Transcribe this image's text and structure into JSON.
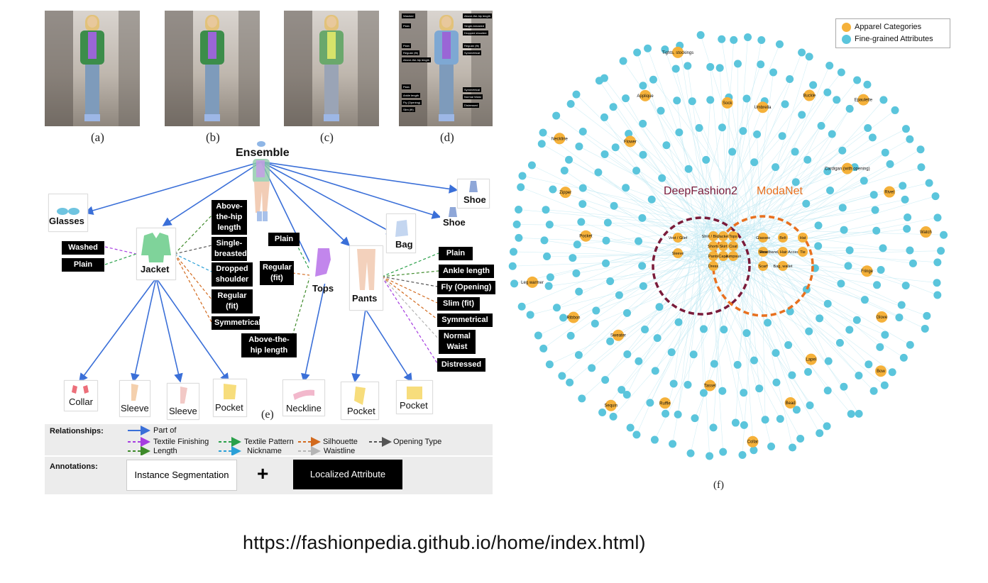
{
  "panels": {
    "a": "(a)",
    "b": "(b)",
    "c": "(c)",
    "d": "(d)",
    "e": "(e)",
    "f": "(f)"
  },
  "photo_d_tags": [
    "Washed",
    "Plain",
    "Plain",
    "Regular (fit)",
    "Above-the-hip length",
    "Plain",
    "Ankle length",
    "Fly (Opening)",
    "Slim (fit)",
    "Above-the-hip length",
    "Single-breasted",
    "Dropped shoulder",
    "Regular (fit)",
    "Symmetrical",
    "Symmetrical",
    "Normal Waist",
    "Distressed"
  ],
  "ensemble": {
    "title": "Ensemble",
    "glasses": "Glasses",
    "jacket": "Jacket",
    "tops": "Tops",
    "pants": "Pants",
    "bag": "Bag",
    "shoe1": "Shoe",
    "shoe2": "Shoe",
    "jacket_attrs": [
      "Washed",
      "Plain"
    ],
    "jacket_right_attrs": [
      "Above-the-hip length",
      "Single-breasted",
      "Dropped shoulder",
      "Regular (fit)",
      "Symmetrical"
    ],
    "tops_attrs": [
      "Plain",
      "Regular (fit)",
      "Above-the-hip length"
    ],
    "pants_attrs": [
      "Plain",
      "Ankle length",
      "Fly (Opening)",
      "Slim (fit)",
      "Symmetrical",
      "Normal Waist",
      "Distressed"
    ],
    "parts": [
      "Collar",
      "Sleeve",
      "Sleeve",
      "Pocket",
      "Neckline",
      "Pocket",
      "Pocket"
    ]
  },
  "relationships": {
    "label": "Relationships:",
    "items": [
      {
        "name": "Part of",
        "color": "#3a6fd8",
        "dashed": false
      },
      {
        "name": "Textile Finishing",
        "color": "#a63de0",
        "dashed": true
      },
      {
        "name": "Length",
        "color": "#3e8a2a",
        "dashed": true
      },
      {
        "name": "Textile Pattern",
        "color": "#2aa04a",
        "dashed": true
      },
      {
        "name": "Nickname",
        "color": "#2aa0d8",
        "dashed": true
      },
      {
        "name": "Silhouette",
        "color": "#d26a1e",
        "dashed": true
      },
      {
        "name": "Waistline",
        "color": "#b5b5b5",
        "dashed": true
      },
      {
        "name": "Opening Type",
        "color": "#555555",
        "dashed": true
      }
    ]
  },
  "annotations": {
    "label": "Annotations:",
    "instance": "Instance Segmentation",
    "plus": "+",
    "localized": "Localized Attribute"
  },
  "graph": {
    "legend": [
      "Apparel Categories",
      "Fine-grained Attributes"
    ],
    "colors": {
      "category": "#f5b13a",
      "attribute": "#5bc5dc",
      "deepfashion": "#7a1b3a",
      "modanet": "#e8701f",
      "edge": "#bfe8f2"
    },
    "deepfashion2": "DeepFashion2",
    "modanet": "ModaNet",
    "categories": [
      "Umbrella",
      "Buckle",
      "Epaulette",
      "Cardigan (with opening)",
      "Rivet",
      "Watch",
      "Fringe",
      "Glove",
      "Bow",
      "Lapel",
      "Bead",
      "Collar",
      "Tassel",
      "Ruffle",
      "Sequin",
      "Sweater",
      "Ribbon",
      "Leg warmer",
      "Pocket",
      "Zipper",
      "Neckline",
      "Flower",
      "Applique",
      "Tights, stockings",
      "Sock"
    ],
    "center_left": [
      "Vest / Gilet",
      "Sleeve"
    ],
    "center_shared": [
      "Shirt / Blouse",
      "Jacket",
      "Tops",
      "Shorts",
      "Skirt",
      "Coat",
      "Pants",
      "Cape",
      "Jumpsuit",
      "Dress"
    ],
    "center_right": [
      "Glasses",
      "Belt",
      "Hat",
      "Shoe",
      "Headband, Hair Accessory",
      "Tie",
      "Scarf",
      "Bag, wallet"
    ]
  },
  "footer": {
    "url": "https://fashionpedia.github.io/home/index.html)"
  }
}
